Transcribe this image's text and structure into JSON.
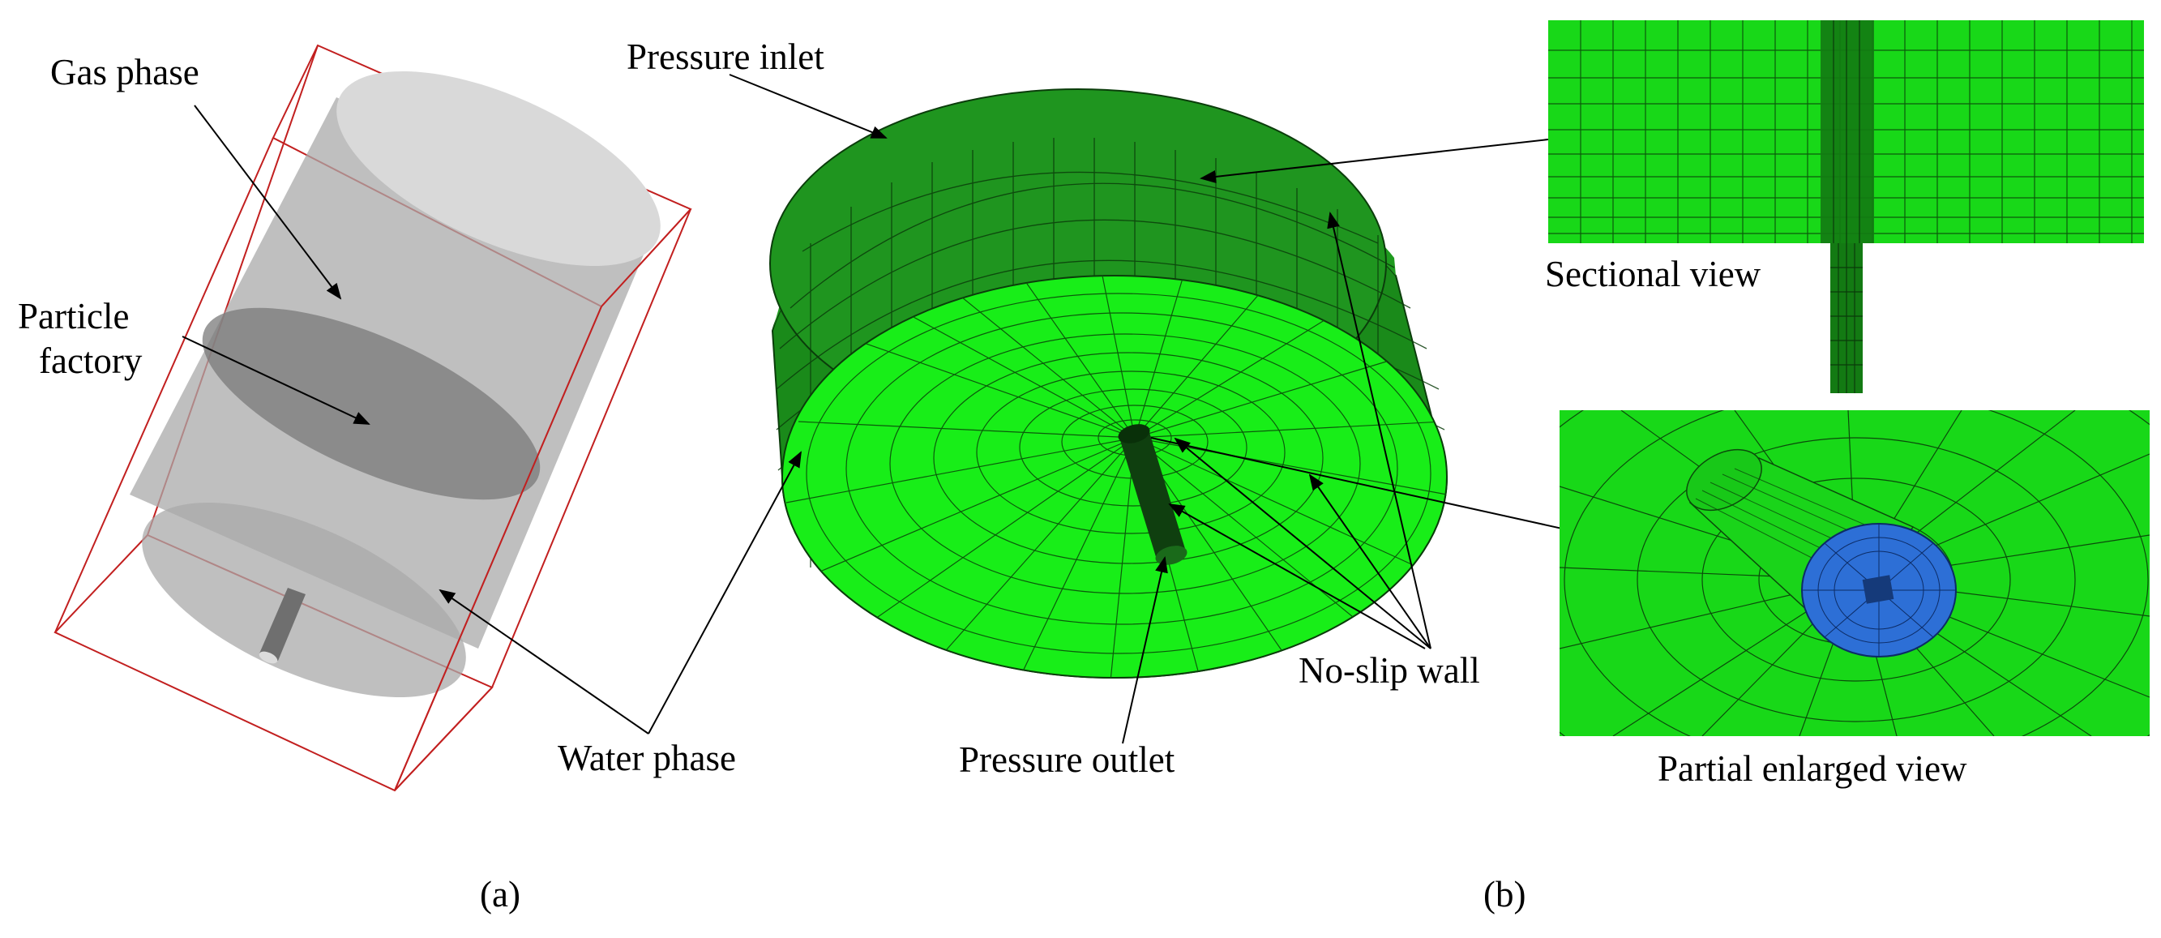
{
  "panel_a": {
    "caption": "(a)",
    "labels": {
      "gas_phase": "Gas phase",
      "particle_factory_line1": "Particle",
      "particle_factory_line2": "factory",
      "water_phase": "Water phase"
    }
  },
  "panel_b": {
    "caption": "(b)",
    "labels": {
      "pressure_inlet": "Pressure inlet",
      "pressure_outlet": "Pressure outlet",
      "no_slip_wall": "No-slip wall",
      "sectional_view": "Sectional view",
      "partial_enlarged_view": "Partial enlarged view"
    }
  },
  "colors": {
    "mesh_dark_green": "#1a8a1a",
    "mesh_bright_green": "#18ee18",
    "mesh_lines": "#0b3d0b",
    "outlet_blue": "#2d6fd6",
    "box_red": "#c21f1f",
    "cylinder_grey": "#a6a6a6"
  }
}
